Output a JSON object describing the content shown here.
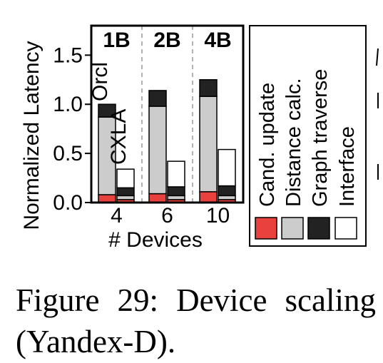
{
  "chart_data": {
    "type": "bar",
    "stacked": true,
    "ylabel": "Normalized Latency",
    "xlabel": "# Devices",
    "ylim": [
      0,
      1.8
    ],
    "yticks": [
      "0.0",
      "0.5",
      "1.0",
      "1.5"
    ],
    "grid": "vertical separators between groups, dashed",
    "groups": [
      {
        "label": "1B",
        "devices": "4",
        "bars": [
          {
            "name": "Orcl",
            "values": [
              0.08,
              0.79,
              0.13,
              0.0
            ]
          },
          {
            "name": "CXLA",
            "values": [
              0.03,
              0.04,
              0.08,
              0.19
            ]
          }
        ]
      },
      {
        "label": "2B",
        "devices": "6",
        "bars": [
          {
            "name": "",
            "values": [
              0.09,
              0.89,
              0.16,
              0.0
            ]
          },
          {
            "name": "",
            "values": [
              0.03,
              0.04,
              0.09,
              0.26
            ]
          }
        ]
      },
      {
        "label": "4B",
        "devices": "10",
        "bars": [
          {
            "name": "",
            "values": [
              0.11,
              0.97,
              0.17,
              0.0
            ]
          },
          {
            "name": "",
            "values": [
              0.03,
              0.04,
              0.1,
              0.37
            ]
          }
        ]
      }
    ],
    "series": [
      {
        "name": "Cand. update",
        "color": "#e8413e"
      },
      {
        "name": "Distance calc.",
        "color": "#cccccc"
      },
      {
        "name": "Graph traverse",
        "color": "#222222"
      },
      {
        "name": "Interface",
        "color": "#ffffff"
      }
    ],
    "legend": "right, rotated labels"
  },
  "caption": "Figure 29: Device scaling (Yandex-D)."
}
